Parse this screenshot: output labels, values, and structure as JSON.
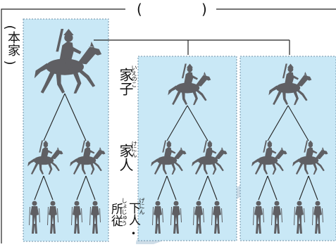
{
  "title": {
    "open_paren": "(",
    "blank": "",
    "close_paren": ")"
  },
  "left_label": {
    "open": "(",
    "text": "本家",
    "close": ")"
  },
  "levels": [
    {
      "term": "家子",
      "reading": "いえのこ"
    },
    {
      "term": "家人",
      "reading": "けにん"
    },
    {
      "term": "所従",
      "reading": "しょじゅう",
      "extra": "・",
      "term2": "下人",
      "reading2": "げにん"
    }
  ],
  "icons": [
    "horseman-icon",
    "foot-soldier-icon"
  ],
  "colors": {
    "panel_fill": "#c9e8f6",
    "panel_border": "#6f8fa6",
    "figure": "#5f5f63",
    "line": "#222222",
    "swoosh": "#b3cbdc"
  }
}
